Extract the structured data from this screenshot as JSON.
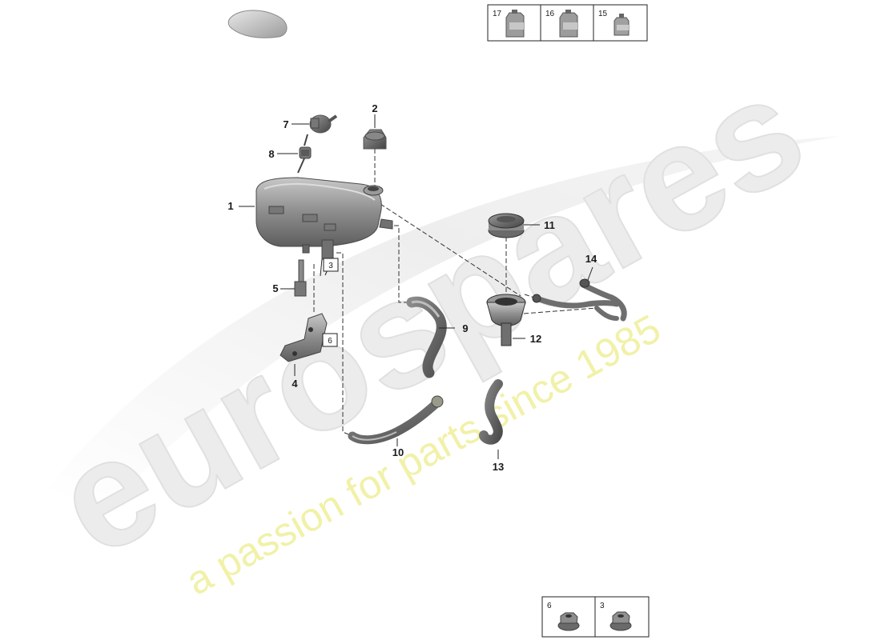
{
  "watermark": {
    "brand": "eurospares",
    "tagline": "a passion for parts since 1985",
    "brand_color": "#e4e4e4",
    "tagline_color": "#efef9a"
  },
  "diagram": {
    "callouts": [
      "1",
      "2",
      "3",
      "4",
      "5",
      "6",
      "7",
      "8",
      "9",
      "10",
      "11",
      "12",
      "13",
      "14"
    ],
    "boxed_refs": [
      "3",
      "6"
    ],
    "colors": {
      "part_dark": "#6e6e6e",
      "part_mid": "#9a9a9a",
      "part_light": "#c4c4c4",
      "line": "#222222"
    }
  },
  "fluid_table": {
    "cells": [
      {
        "label": "17",
        "icon": "fluid-canister-large-icon"
      },
      {
        "label": "16",
        "icon": "fluid-canister-large-icon"
      },
      {
        "label": "15",
        "icon": "fluid-bottle-small-icon"
      }
    ]
  },
  "hardware_table": {
    "cells": [
      {
        "label": "6",
        "icon": "flange-nut-icon"
      },
      {
        "label": "3",
        "icon": "hex-nut-icon"
      }
    ]
  }
}
